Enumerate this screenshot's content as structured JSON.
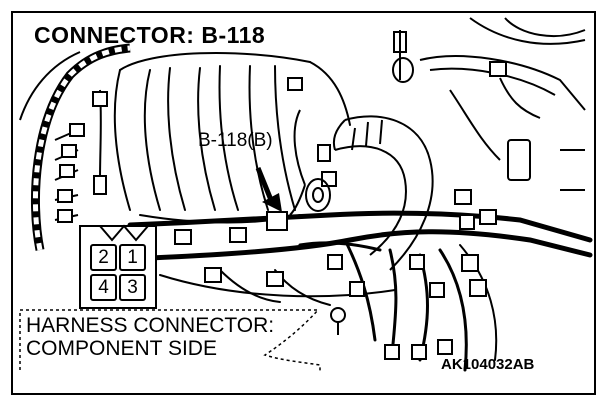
{
  "title": "CONNECTOR: B-118",
  "callout_label": "B-118(B)",
  "view_label": {
    "line1": "HARNESS CONNECTOR:",
    "line2": "COMPONENT SIDE"
  },
  "pins": [
    {
      "number": "2",
      "row": 1,
      "col": 1
    },
    {
      "number": "1",
      "row": 1,
      "col": 2
    },
    {
      "number": "4",
      "row": 2,
      "col": 1
    },
    {
      "number": "3",
      "row": 2,
      "col": 2
    }
  ],
  "figure_code": "AK104032AB",
  "colors": {
    "ink": "#000000",
    "paper": "#ffffff"
  }
}
